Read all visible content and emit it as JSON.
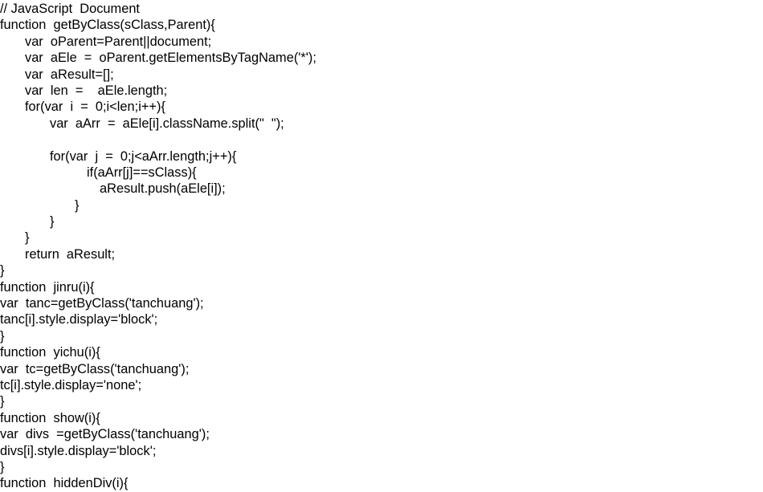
{
  "code": {
    "lines": [
      {
        "text": "// JavaScript  Document",
        "indent": 0
      },
      {
        "text": "function  getByClass(sClass,Parent){",
        "indent": 0
      },
      {
        "text": "var  oParent=Parent||document;",
        "indent": 1
      },
      {
        "text": "var  aEle  =  oParent.getElementsByTagName('*');",
        "indent": 1
      },
      {
        "text": "var  aResult=[];",
        "indent": 1
      },
      {
        "text": "var  len  =    aEle.length;",
        "indent": 1
      },
      {
        "text": "for(var  i  =  0;i<len;i++){",
        "indent": 1
      },
      {
        "text": "var  aArr  =  aEle[i].className.split(\"  \");",
        "indent": 2
      },
      {
        "text": "",
        "indent": 0
      },
      {
        "text": "for(var  j  =  0;j<aArr.length;j++){",
        "indent": 2
      },
      {
        "text": "if(aArr[j]==sClass){",
        "indent": 4
      },
      {
        "text": "aResult.push(aEle[i]);",
        "indent": 5
      },
      {
        "text": "}",
        "indent": 3
      },
      {
        "text": "}",
        "indent": 2
      },
      {
        "text": "}",
        "indent": 1
      },
      {
        "text": "return  aResult;",
        "indent": 1
      },
      {
        "text": "}",
        "indent": 0
      },
      {
        "text": "function  jinru(i){",
        "indent": 0
      },
      {
        "text": "var  tanc=getByClass('tanchuang');",
        "indent": 0
      },
      {
        "text": "tanc[i].style.display='block';",
        "indent": 0
      },
      {
        "text": "}",
        "indent": 0
      },
      {
        "text": "function  yichu(i){",
        "indent": 0
      },
      {
        "text": "var  tc=getByClass('tanchuang');",
        "indent": 0
      },
      {
        "text": "tc[i].style.display='none';",
        "indent": 0
      },
      {
        "text": "}",
        "indent": 0
      },
      {
        "text": "function  show(i){",
        "indent": 0
      },
      {
        "text": "var  divs  =getByClass('tanchuang');",
        "indent": 0
      },
      {
        "text": "divs[i].style.display='block';",
        "indent": 0
      },
      {
        "text": "}",
        "indent": 0
      },
      {
        "text": "function  hiddenDiv(i){",
        "indent": 0
      }
    ]
  }
}
